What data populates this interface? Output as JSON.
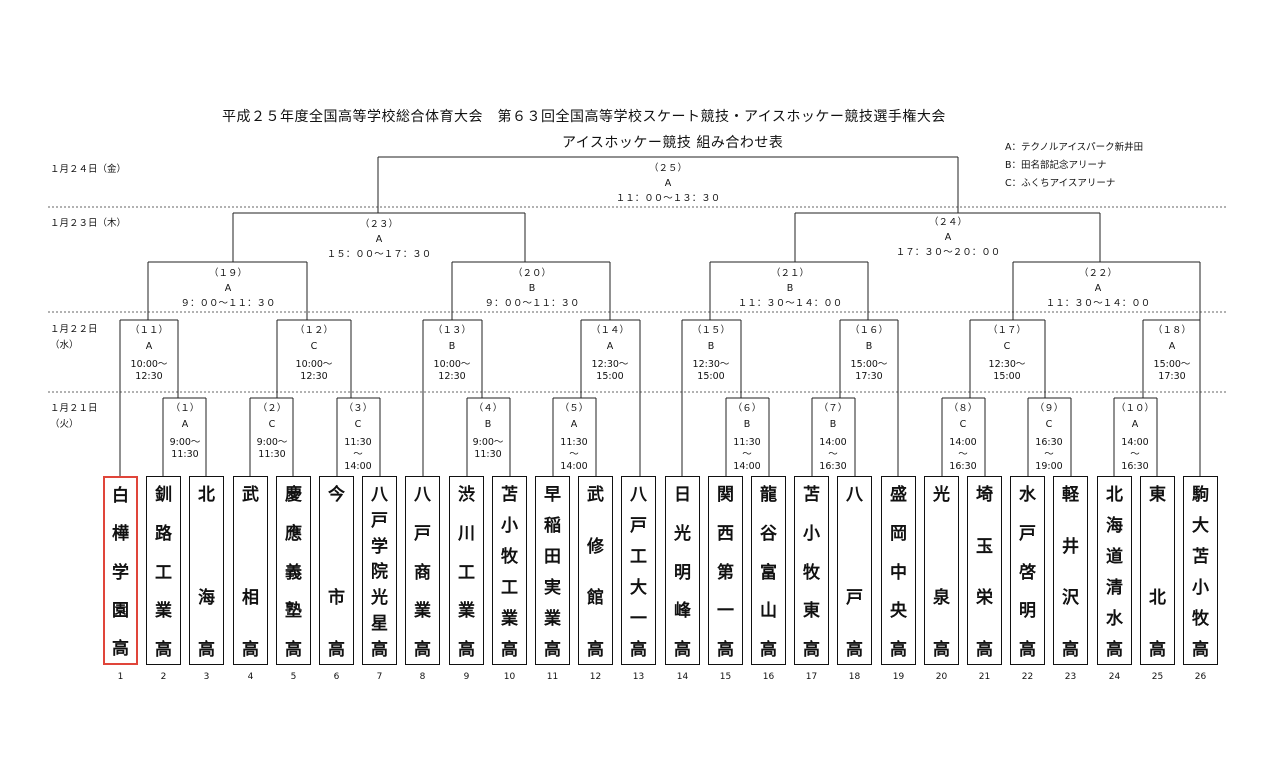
{
  "header": {
    "title": "平成２５年度全国高等学校総合体育大会　第６３回全国高等学校スケート競技・アイスホッケー競技選手権大会",
    "subtitle": "アイスホッケー競技 組み合わせ表"
  },
  "venues": [
    "A：テクノルアイスパーク新井田",
    "B：田名部記念アリーナ",
    "C：ふくちアイスアリーナ"
  ],
  "dates": {
    "d24": "１月２４日（金）",
    "d23": "１月２３日（木）",
    "d22a": "１月２２日",
    "d22b": "（水）",
    "d21a": "１月２１日",
    "d21b": "（火）"
  },
  "final": {
    "no": "（２５）",
    "venue": "A",
    "time": "１１：００〜１３：３０"
  },
  "semis": [
    {
      "no": "（２３）",
      "venue": "A",
      "time": "１５：００〜１７：３０"
    },
    {
      "no": "（２４）",
      "venue": "A",
      "time": "１７：３０〜２０：００"
    }
  ],
  "quarters": [
    {
      "no": "（１９）",
      "venue": "A",
      "time": "９：００〜１１：３０"
    },
    {
      "no": "（２０）",
      "venue": "B",
      "time": "９：００〜１１：３０"
    },
    {
      "no": "（２１）",
      "venue": "B",
      "time": "１１：３０〜１４：００"
    },
    {
      "no": "（２２）",
      "venue": "A",
      "time": "１１：３０〜１４：００"
    }
  ],
  "round2": [
    {
      "no": "（１１）",
      "venue": "A",
      "time1": "10:00〜",
      "time2": "12:30"
    },
    {
      "no": "（１２）",
      "venue": "C",
      "time1": "10:00〜",
      "time2": "12:30"
    },
    {
      "no": "（１３）",
      "venue": "B",
      "time1": "10:00〜",
      "time2": "12:30"
    },
    {
      "no": "（１４）",
      "venue": "A",
      "time1": "12:30〜",
      "time2": "15:00"
    },
    {
      "no": "（１５）",
      "venue": "B",
      "time1": "12:30〜",
      "time2": "15:00"
    },
    {
      "no": "（１６）",
      "venue": "B",
      "time1": "15:00〜",
      "time2": "17:30"
    },
    {
      "no": "（１７）",
      "venue": "C",
      "time1": "12:30〜",
      "time2": "15:00"
    },
    {
      "no": "（１８）",
      "venue": "A",
      "time1": "15:00〜",
      "time2": "17:30"
    }
  ],
  "round1": [
    {
      "no": "（１）",
      "venue": "A",
      "time1": "9:00〜",
      "time2": "11:30"
    },
    {
      "no": "（２）",
      "venue": "C",
      "time1": "9:00〜",
      "time2": "11:30"
    },
    {
      "no": "（３）",
      "venue": "C",
      "time1": "11:30",
      "time2": "〜",
      "time3": "14:00"
    },
    {
      "no": "（４）",
      "venue": "B",
      "time1": "9:00〜",
      "time2": "11:30"
    },
    {
      "no": "（５）",
      "venue": "A",
      "time1": "11:30",
      "time2": "〜",
      "time3": "14:00"
    },
    {
      "no": "（６）",
      "venue": "B",
      "time1": "11:30",
      "time2": "〜",
      "time3": "14:00"
    },
    {
      "no": "（７）",
      "venue": "B",
      "time1": "14:00",
      "time2": "〜",
      "time3": "16:30"
    },
    {
      "no": "（８）",
      "venue": "C",
      "time1": "14:00",
      "time2": "〜",
      "time3": "16:30"
    },
    {
      "no": "（９）",
      "venue": "C",
      "time1": "16:30",
      "time2": "〜",
      "time3": "19:00"
    },
    {
      "no": "（１０）",
      "venue": "A",
      "time1": "14:00",
      "time2": "〜",
      "time3": "16:30"
    }
  ],
  "teams": [
    {
      "num": "1",
      "name": "白樺学園高",
      "selected": true
    },
    {
      "num": "2",
      "name": "釧路工業高"
    },
    {
      "num": "3",
      "name": "北　海高"
    },
    {
      "num": "4",
      "name": "武　相高"
    },
    {
      "num": "5",
      "name": "慶應義塾高"
    },
    {
      "num": "6",
      "name": "今　市高"
    },
    {
      "num": "7",
      "name": "八戸学院光星高"
    },
    {
      "num": "8",
      "name": "八戸商業高"
    },
    {
      "num": "9",
      "name": "渋川工業高"
    },
    {
      "num": "10",
      "name": "苫小牧工業高"
    },
    {
      "num": "11",
      "name": "早稲田実業高"
    },
    {
      "num": "12",
      "name": "武修館高"
    },
    {
      "num": "13",
      "name": "八戸工大一高"
    },
    {
      "num": "14",
      "name": "日光明峰高"
    },
    {
      "num": "15",
      "name": "関西第一高"
    },
    {
      "num": "16",
      "name": "龍谷富山高"
    },
    {
      "num": "17",
      "name": "苫小牧東高"
    },
    {
      "num": "18",
      "name": "八　戸高"
    },
    {
      "num": "19",
      "name": "盛岡中央高"
    },
    {
      "num": "20",
      "name": "光　泉高"
    },
    {
      "num": "21",
      "name": "埼玉栄高"
    },
    {
      "num": "22",
      "name": "水戸啓明高"
    },
    {
      "num": "23",
      "name": "軽井沢高"
    },
    {
      "num": "24",
      "name": "北海道清水高"
    },
    {
      "num": "25",
      "name": "東　北高"
    },
    {
      "num": "26",
      "name": "駒大苫小牧高"
    }
  ]
}
